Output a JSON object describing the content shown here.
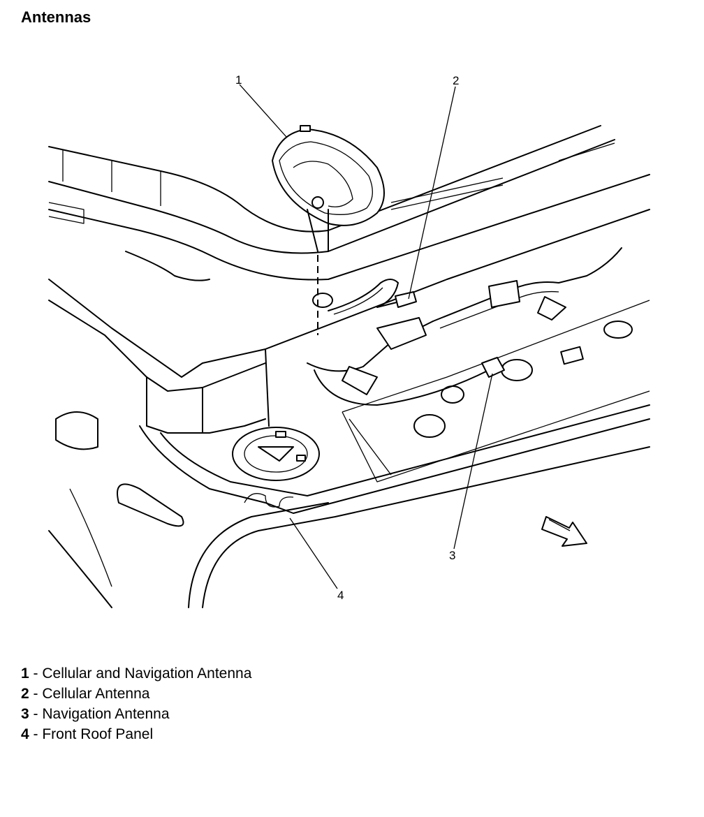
{
  "title": "Antennas",
  "callouts": {
    "c1": "1",
    "c2": "2",
    "c3": "3",
    "c4": "4"
  },
  "legend": [
    {
      "num": "1",
      "sep": " - ",
      "label": "Cellular and Navigation Antenna"
    },
    {
      "num": "2",
      "sep": " - ",
      "label": "Cellular Antenna"
    },
    {
      "num": "3",
      "sep": " - ",
      "label": "Navigation Antenna"
    },
    {
      "num": "4",
      "sep": " - ",
      "label": "Front Roof Panel"
    }
  ],
  "icons": {
    "direction_arrow": "front-direction-arrow-icon"
  }
}
